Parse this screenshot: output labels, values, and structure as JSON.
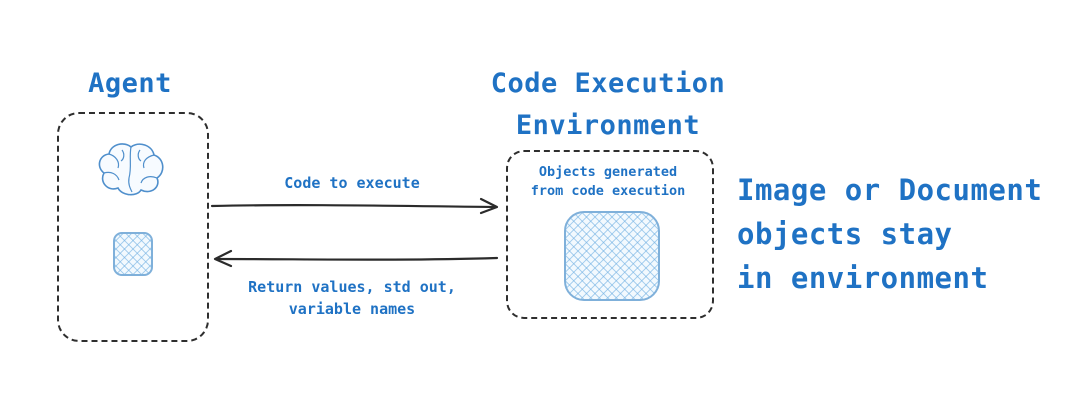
{
  "diagram": {
    "agent": {
      "title": "Agent"
    },
    "environment": {
      "title": "Code Execution\nEnvironment",
      "objects_label": "Objects generated\nfrom code execution"
    },
    "arrows": {
      "to_environment_label": "Code to execute",
      "to_agent_label": "Return values, std out,\nvariable names"
    },
    "note": {
      "text": "Image or Document\nobjects stay\nin environment"
    },
    "colors": {
      "accent_blue": "#1f72c4",
      "hatch_blue": "#7fb0da",
      "hatch_fill": "#f2f9fe",
      "stroke_dark": "#2e2e2e"
    }
  }
}
